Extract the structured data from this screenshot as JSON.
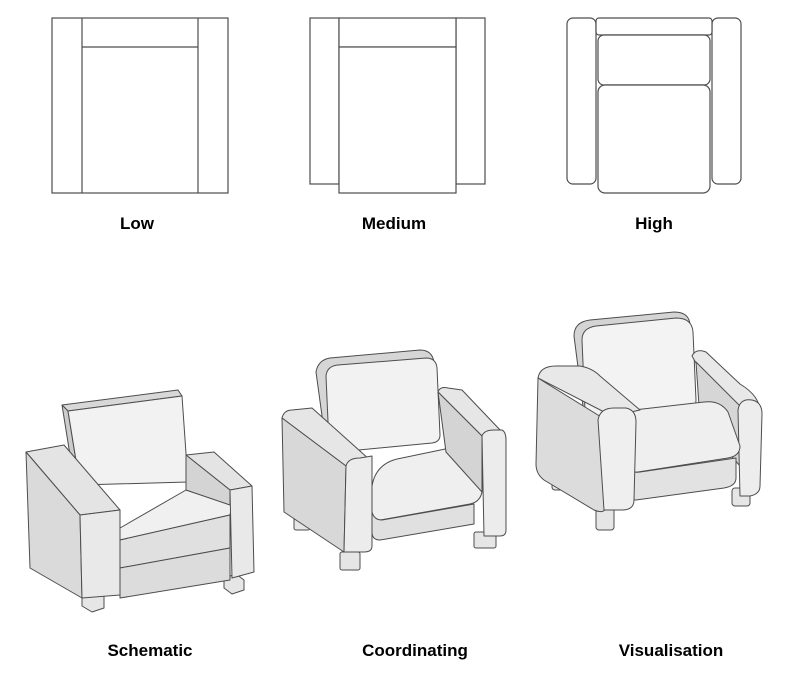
{
  "plan_views": [
    {
      "caption": "Low",
      "detail": "low"
    },
    {
      "caption": "Medium",
      "detail": "medium"
    },
    {
      "caption": "High",
      "detail": "high"
    }
  ],
  "perspective_views": [
    {
      "caption": "Schematic",
      "detail": "schematic"
    },
    {
      "caption": "Coordinating",
      "detail": "coordinating"
    },
    {
      "caption": "Visualisation",
      "detail": "visualisation"
    }
  ],
  "colors": {
    "background": "#ffffff",
    "outline": "#4d4d4d",
    "face_light": "#f2f2f2",
    "face_mid": "#e2e2e2",
    "face_dark": "#cfcfcf",
    "caption": "#000000"
  }
}
